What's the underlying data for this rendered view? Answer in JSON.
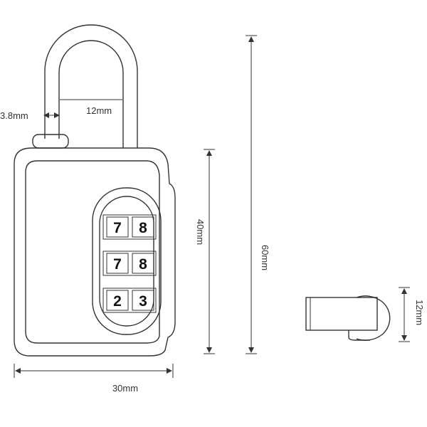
{
  "dimensions": {
    "shackle_thickness": "3.8mm",
    "shackle_width": "12mm",
    "body_height": "40mm",
    "total_height": "60mm",
    "body_width": "30mm",
    "depth": "12mm"
  },
  "dials": [
    {
      "left": "7",
      "right": "8"
    },
    {
      "left": "7",
      "right": "8"
    },
    {
      "left": "2",
      "right": "3"
    }
  ],
  "colors": {
    "line": "#333333",
    "background": "#ffffff"
  }
}
